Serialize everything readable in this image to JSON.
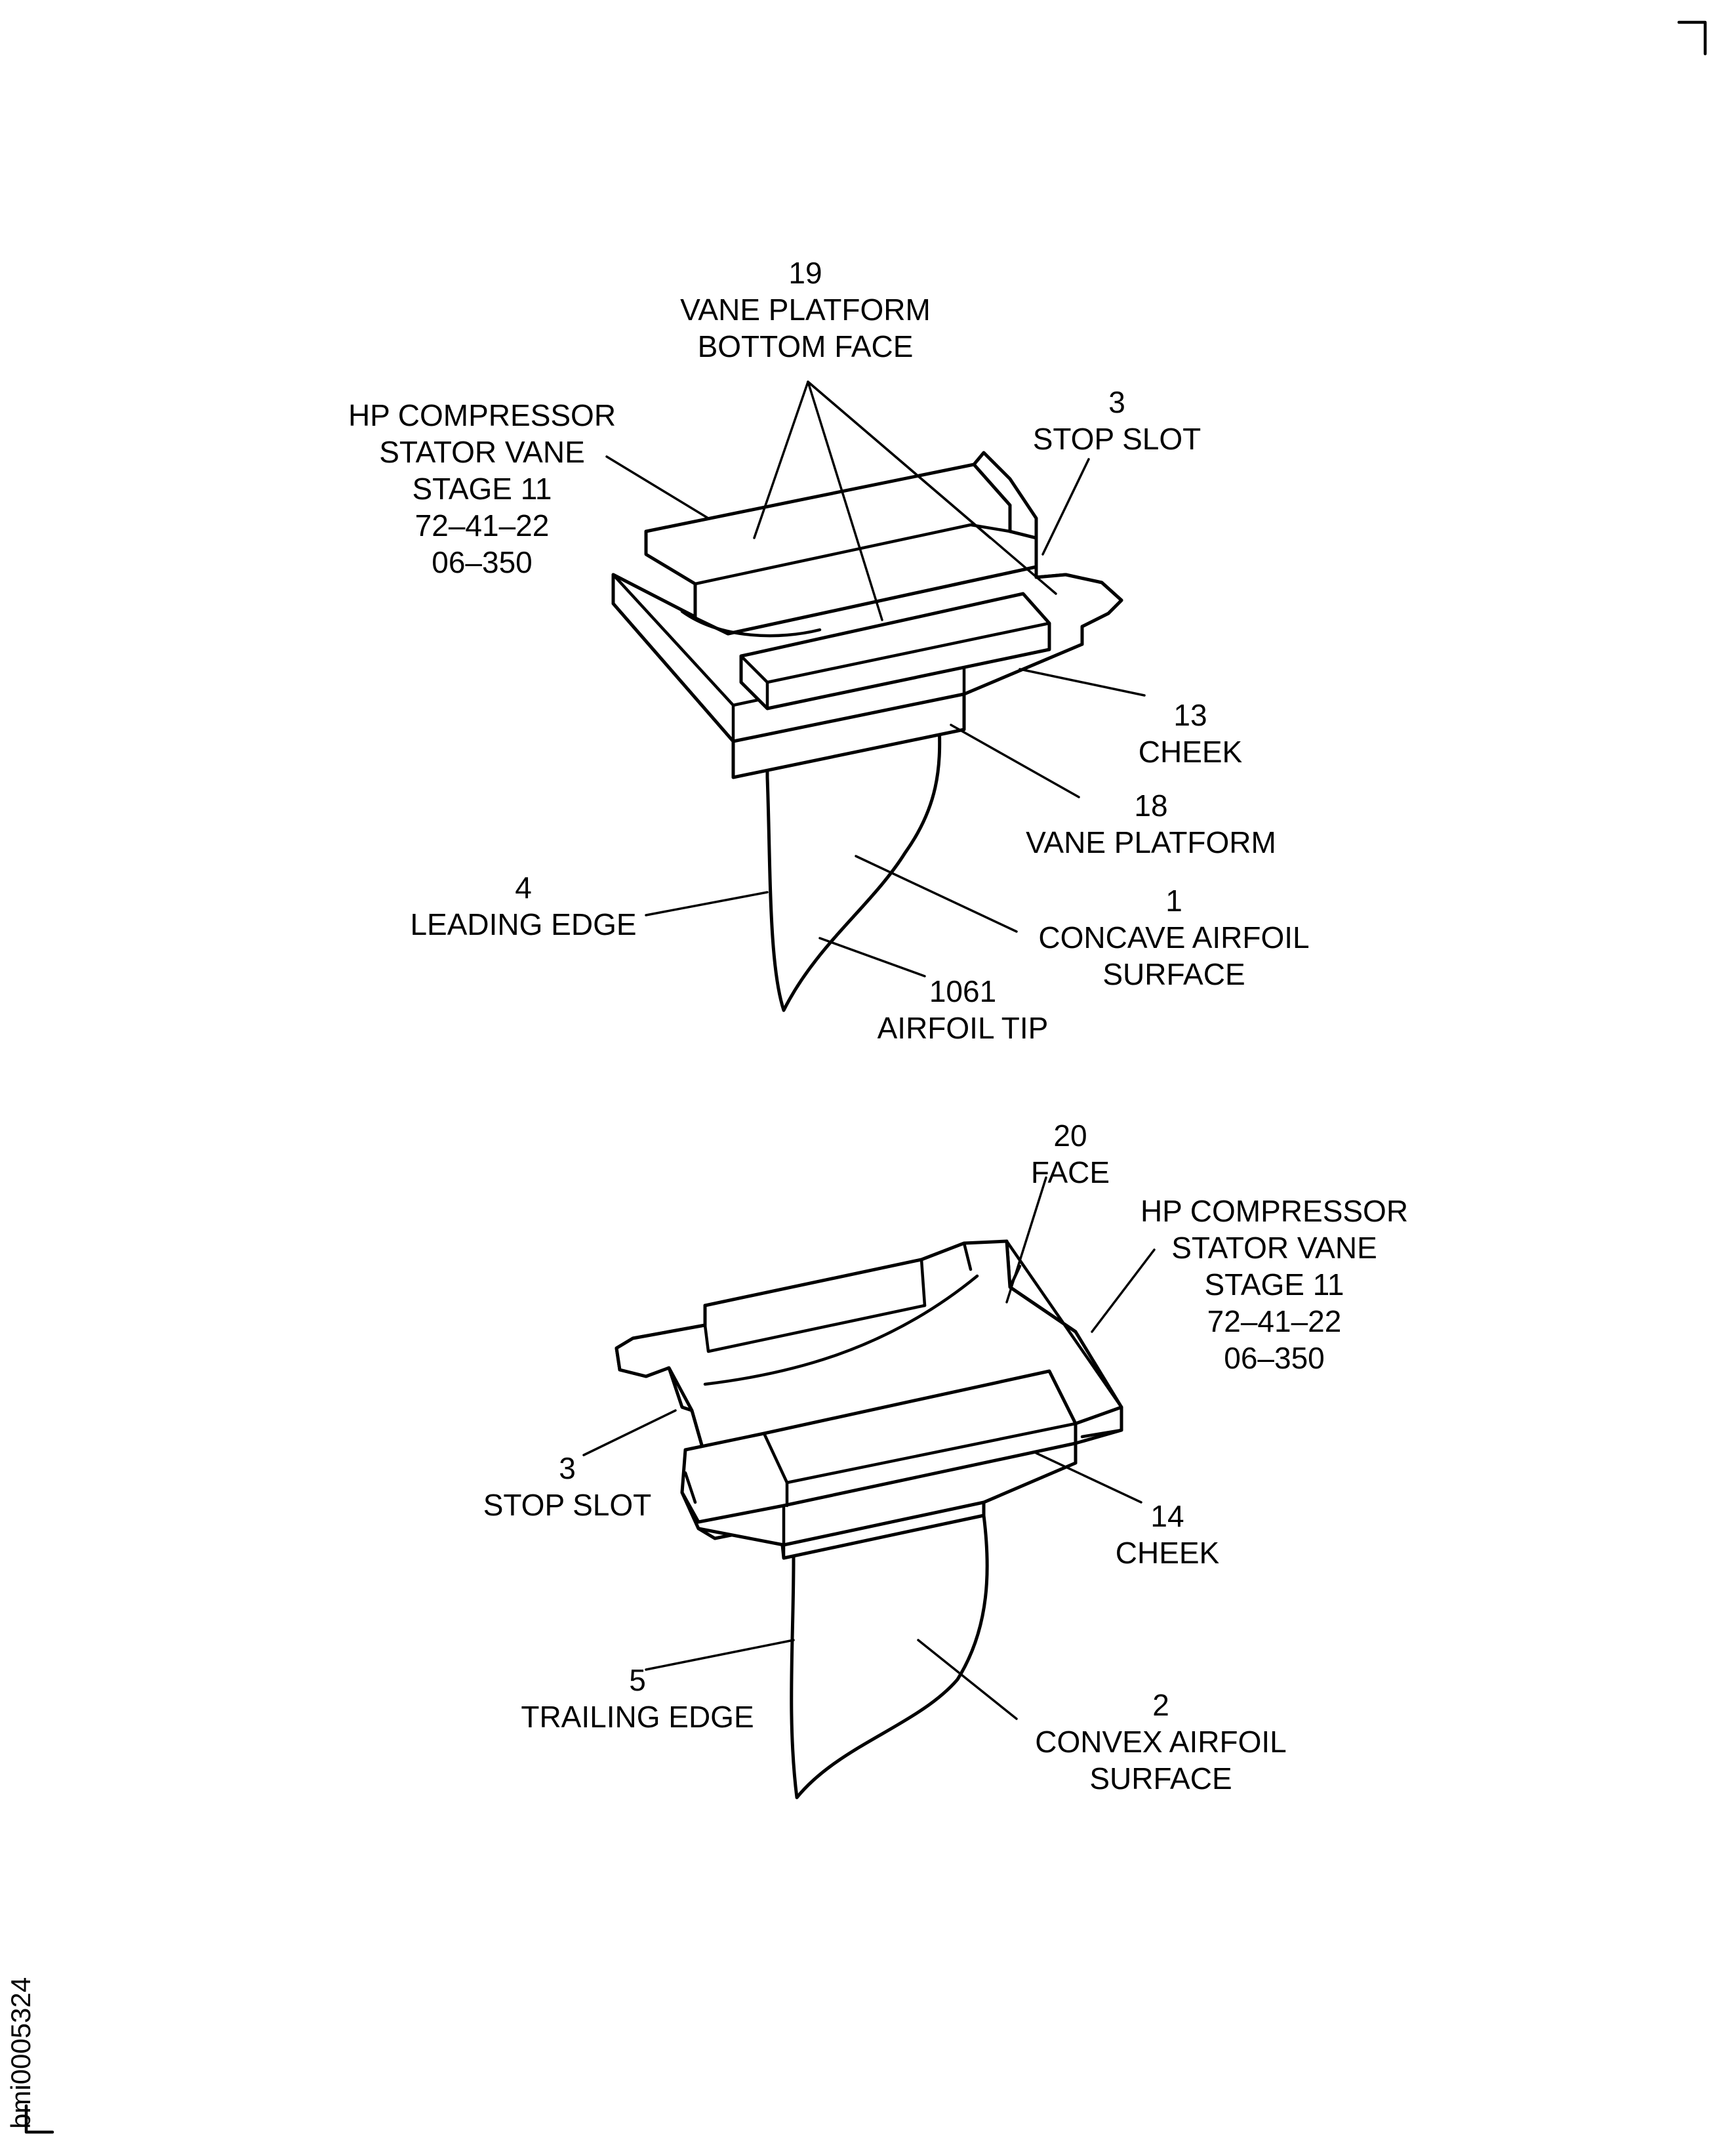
{
  "figure_id": "bmi0005324",
  "top_view": {
    "labels": {
      "vane_platform_bottom_face": [
        "19",
        "VANE PLATFORM",
        "BOTTOM FACE"
      ],
      "stator_vane": [
        "HP COMPRESSOR",
        "STATOR VANE",
        "STAGE 11",
        "72–41–22",
        "06–350"
      ],
      "stop_slot": [
        "3",
        "STOP SLOT"
      ],
      "cheek": [
        "13",
        "CHEEK"
      ],
      "vane_platform": [
        "18",
        "VANE PLATFORM"
      ],
      "leading_edge": [
        "4",
        "LEADING EDGE"
      ],
      "concave_airfoil_surface": [
        "1",
        "CONCAVE AIRFOIL",
        "SURFACE"
      ],
      "airfoil_tip": [
        "1061",
        "AIRFOIL TIP"
      ]
    }
  },
  "bottom_view": {
    "labels": {
      "face": [
        "20",
        "FACE"
      ],
      "stator_vane": [
        "HP COMPRESSOR",
        "STATOR VANE",
        "STAGE 11",
        "72–41–22",
        "06–350"
      ],
      "stop_slot": [
        "3",
        "STOP SLOT"
      ],
      "cheek": [
        "14",
        "CHEEK"
      ],
      "trailing_edge": [
        "5",
        "TRAILING EDGE"
      ],
      "convex_airfoil_surface": [
        "2",
        "CONVEX AIRFOIL",
        "SURFACE"
      ]
    }
  }
}
